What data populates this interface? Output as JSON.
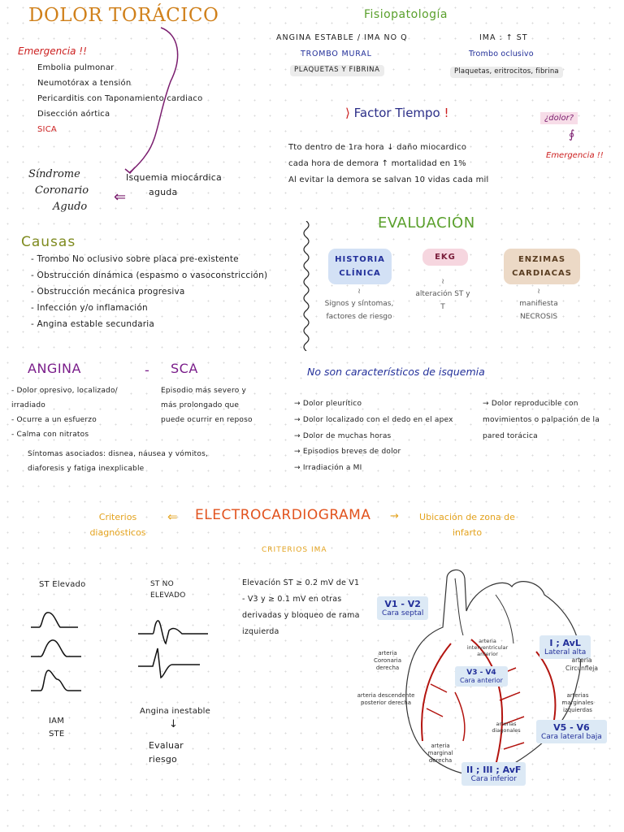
{
  "title": "DOLOR TORÁCICO",
  "emergencias": {
    "heading": "Emergencia !!",
    "items": [
      "Embolia pulmonar",
      "Neumotórax a tensión",
      "Pericarditis con Taponamiento cardiaco",
      "Disección aórtica",
      "SICA"
    ]
  },
  "sica": {
    "label_lines": [
      "Síndrome",
      "Coronario",
      "Agudo"
    ],
    "isquemia_lines": [
      "Isquemia miocárdica",
      "aguda"
    ]
  },
  "fisiopatologia": {
    "heading": "Fisiopatología",
    "left_title": "ANGINA ESTABLE / IMA NO Q",
    "left_sub": "TROMBO MURAL",
    "left_note": "PLAQUETAS Y FIBRINA",
    "right_title": "IMA : ↑ ST",
    "right_sub": "Trombo oclusivo",
    "right_note": "Plaquetas, eritrocitos, fibrina"
  },
  "factor_tiempo": {
    "heading": "Factor Tiempo",
    "lines": [
      "Tto dentro de 1ra hora ↓ daño miocardico",
      "cada hora de demora ↑ mortalidad en 1%",
      "Al evitar la demora se salvan 10 vidas cada mil"
    ],
    "note_q": "¿dolor?",
    "note_e": "Emergencia !!"
  },
  "causas": {
    "heading": "Causas",
    "items": [
      "Trombo No oclusivo sobre placa pre-existente",
      "Obstrucción dinámica (espasmo o vasoconstricción)",
      "Obstrucción mecánica progresiva",
      "Infección y/o inflamación",
      "Angina estable secundaria"
    ]
  },
  "evaluacion": {
    "heading": "EVALUACIÓN",
    "historia": {
      "label": "HISTORIA CLÍNICA",
      "desc": "Signos y síntomas, factores de riesgo"
    },
    "ekg": {
      "label": "EKG",
      "desc": "alteración ST y T"
    },
    "enzimas": {
      "label": "ENZIMAS CARDIACAS",
      "desc": "manifiesta NECROSIS"
    }
  },
  "angina_sca": {
    "angina_title": "ANGINA",
    "dash": "-",
    "sca_title": "SCA",
    "angina_items": [
      "Dolor opresivo, localizado/ irradiado",
      "Ocurre a un esfuerzo",
      "Calma con nitratos"
    ],
    "sca_desc": "Episodio más severo y más prolongado que puede ocurrir en reposo",
    "sintomas": "Síntomas asociados: disnea, náusea y vómitos, diaforesis y fatiga inexplicable"
  },
  "no_isquemia": {
    "heading": "No son característicos de isquemia",
    "left": [
      "Dolor pleurítico",
      "Dolor localizado con el dedo en el apex",
      "Dolor de muchas horas",
      "Episodios breves de dolor",
      "Irradiación a MI"
    ],
    "right": "Dolor reproducible con movimientos o palpación de la pared torácica"
  },
  "ekg_section": {
    "heading": "ELECTROCARDIOGRAMA",
    "left_note": "Criterios diagnósticos",
    "right_note": "Ubicación de zona de infarto",
    "criterios_title": "CRITERIOS IMA",
    "st_elevado": "ST Elevado",
    "st_no_elevado": "ST NO ELEVADO",
    "iam_ste": "IAM STE",
    "angina_inestable": "Angina inestable",
    "evaluar_riesgo": "Evaluar riesgo",
    "criterio_text": "Elevación ST ≥ 0.2 mV de V1 - V3 y ≥ 0.1 mV en otras derivadas y bloqueo de rama izquierda"
  },
  "heart": {
    "v1v2": "V1 - V2",
    "v1v2_sub": "Cara septal",
    "v3v4": "V3 - V4",
    "v3v4_sub": "Cara anterior",
    "lat_alta": "I ; AvL",
    "lat_alta_sub": "Lateral alta",
    "v5v6": "V5 - V6",
    "v5v6_sub": "Cara lateral baja",
    "inferior": "II ; III ; AvF",
    "inferior_sub": "Cara inferior",
    "art_ida": "arteria interventricular anterior",
    "art_cd": "arteria Coronaria derecha",
    "art_circ": "arteria Circunfleja",
    "art_desc": "arteria descendente posterior derecha",
    "art_diag": "arterias diagonales",
    "art_marg": "arterias marginales izquierdas",
    "art_marg_der": "arteria marginal derecha"
  }
}
